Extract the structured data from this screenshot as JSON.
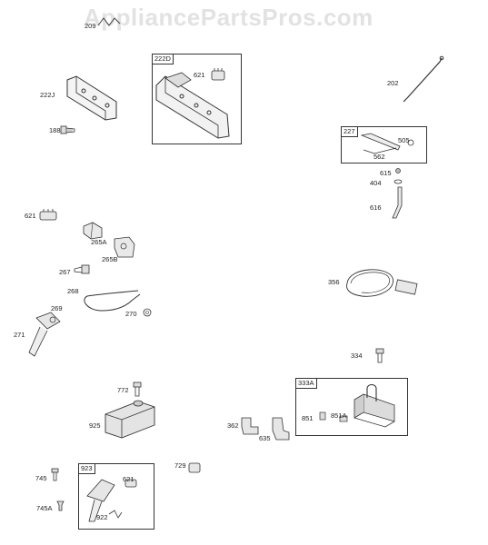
{
  "watermark": "AppliancePartsPros.com",
  "callouts": {
    "p209": "209",
    "p222J": "222J",
    "p188": "188",
    "p621a": "621",
    "p621b": "621",
    "p621c": "621",
    "p202": "202",
    "p505": "505",
    "p562": "562",
    "p615": "615",
    "p404": "404",
    "p616": "616",
    "p265A": "265A",
    "p265B": "265B",
    "p267": "267",
    "p268": "268",
    "p269": "269",
    "p270": "270",
    "p271": "271",
    "p356": "356",
    "p334": "334",
    "p772": "772",
    "p925": "925",
    "p362": "362",
    "p635": "635",
    "p851": "851",
    "p851A": "851A",
    "p745": "745",
    "p745A": "745A",
    "p922": "922",
    "p729": "729"
  },
  "boxes": {
    "b222D": "222D",
    "b227": "227",
    "b333A": "333A",
    "b923": "923"
  }
}
